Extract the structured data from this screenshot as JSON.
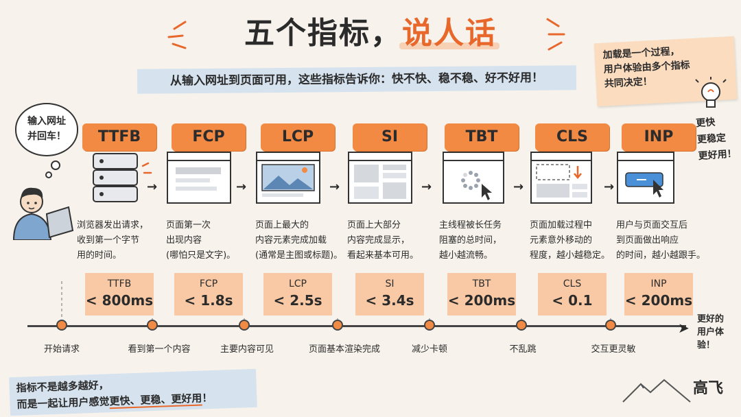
{
  "title": {
    "main": "五个指标，",
    "accent": "说人话"
  },
  "subtitle": "从输入网址到页面可用，这些指标告诉你：快不快、稳不稳、好不好用！",
  "note": [
    "加载是一个过程，",
    "用户体验由多个指标",
    "共同决定！"
  ],
  "bubble": [
    "输入网址",
    "并回车！"
  ],
  "side_text": [
    "更快",
    "更稳定",
    "更好用！"
  ],
  "metrics": [
    {
      "name": "TTFB",
      "icon": "server-icon",
      "desc": [
        "浏览器发出请求，",
        "收到第一个字节",
        "用的时间。"
      ],
      "threshold_name": "TTFB",
      "threshold": "< 800ms"
    },
    {
      "name": "FCP",
      "icon": "browser-first-paint-icon",
      "desc": [
        "页面第一次",
        "出现内容",
        "(哪怕只是文字)。"
      ],
      "threshold_name": "FCP",
      "threshold": "< 1.8s"
    },
    {
      "name": "LCP",
      "icon": "browser-image-icon",
      "desc": [
        "页面上最大的",
        "内容元素完成加载",
        "(通常是主图或标题)。"
      ],
      "threshold_name": "LCP",
      "threshold": "< 2.5s"
    },
    {
      "name": "SI",
      "icon": "browser-layout-icon",
      "desc": [
        "页面上大部分",
        "内容完成显示，",
        "看起来基本可用。"
      ],
      "threshold_name": "SI",
      "threshold": "< 3.4s"
    },
    {
      "name": "TBT",
      "icon": "loading-spinner-icon",
      "desc": [
        "主线程被长任务",
        "阻塞的总时间，",
        "越小越流畅。"
      ],
      "threshold_name": "TBT",
      "threshold": "< 200ms"
    },
    {
      "name": "CLS",
      "icon": "layout-shift-icon",
      "desc": [
        "页面加载过程中",
        "元素意外移动的",
        "程度，越小越稳定。"
      ],
      "threshold_name": "CLS",
      "threshold": "< 0.1"
    },
    {
      "name": "INP",
      "icon": "click-button-icon",
      "desc": [
        "用户与页面交互后",
        "到页面做出响应",
        "的时间，越小越跟手。"
      ],
      "threshold_name": "INP",
      "threshold": "< 200ms"
    }
  ],
  "timeline": {
    "labels": [
      "开始请求",
      "看到第一个内容",
      "主要内容可见",
      "页面基本渲染完成",
      "减少卡顿",
      "不乱跳",
      "交互更灵敏"
    ],
    "end": [
      "更好的",
      "用户体验！"
    ]
  },
  "bottom_note": {
    "line1": "指标不是越多越好，",
    "line2_pre": "而是一起让用户感觉",
    "line2_hl": "更快、更稳、更好用",
    "line2_post": "！"
  },
  "signature": "高飞",
  "colors": {
    "accent": "#e8672b",
    "pill": "#f28a43",
    "threshold_bg": "#f8c9a4",
    "band": "#d6e3ef"
  }
}
